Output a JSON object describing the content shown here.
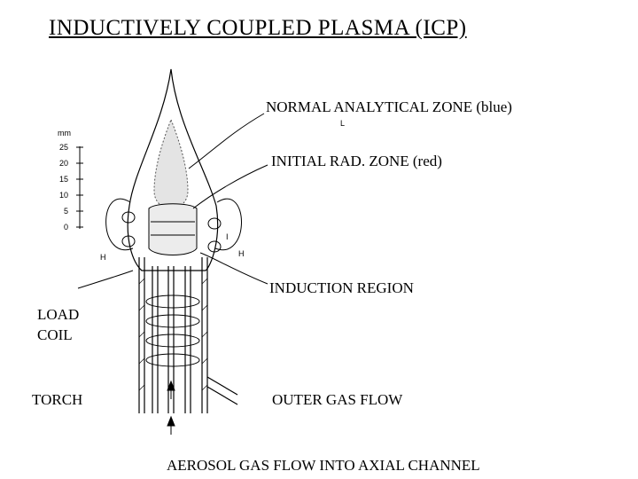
{
  "title": "INDUCTIVELY COUPLED PLASMA (ICP)",
  "labels": {
    "normal_zone": "NORMAL ANALYTICAL ZONE (blue)",
    "initial_zone": "INITIAL RAD. ZONE (red)",
    "induction_region": "INDUCTION REGION",
    "load_coil_1": "LOAD",
    "load_coil_2": "COIL",
    "torch": "TORCH",
    "outer_gas": "OUTER GAS FLOW",
    "aerosol": "AEROSOL GAS FLOW INTO AXIAL CHANNEL"
  },
  "scale": {
    "unit": "mm",
    "ticks": [
      "25",
      "20",
      "15",
      "10",
      "5",
      "0"
    ]
  },
  "letters": {
    "L": "L",
    "I": "I",
    "H_left": "H",
    "H_right": "H"
  }
}
